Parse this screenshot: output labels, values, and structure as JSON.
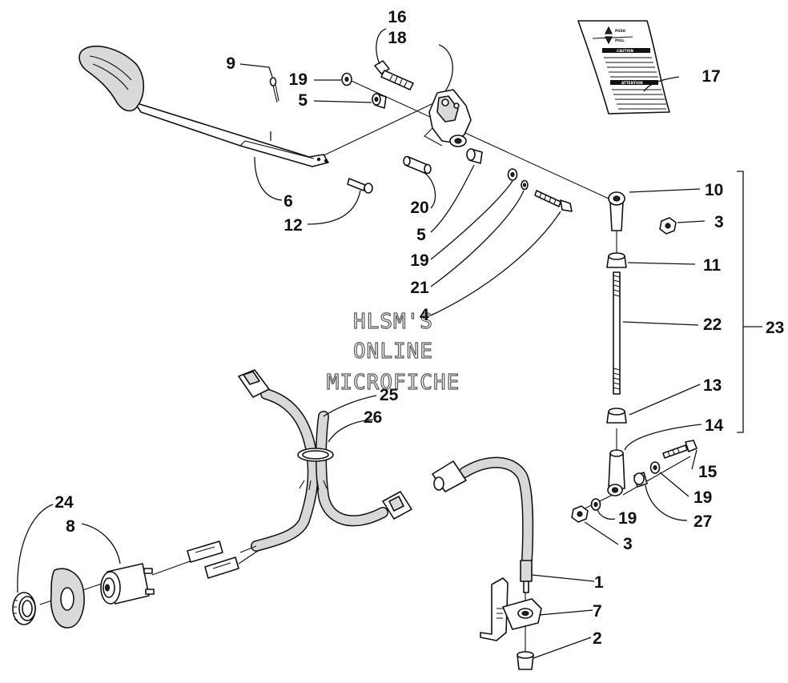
{
  "watermark": {
    "line1": "HLSM'S",
    "line2": "ONLINE",
    "line3": "MICROFICHE"
  },
  "callouts": {
    "n1": "1",
    "n2": "2",
    "n3a": "3",
    "n3b": "3",
    "n4": "4",
    "n5a": "5",
    "n5b": "5",
    "n6": "6",
    "n7": "7",
    "n8": "8",
    "n9": "9",
    "n10": "10",
    "n11": "11",
    "n12": "12",
    "n13": "13",
    "n14": "14",
    "n15": "15",
    "n16": "16",
    "n17": "17",
    "n18": "18",
    "n19a": "19",
    "n19b": "19",
    "n19c": "19",
    "n19d": "19",
    "n20": "20",
    "n21": "21",
    "n22": "22",
    "n23": "23",
    "n24": "24",
    "n25": "25",
    "n26": "26",
    "n27": "27"
  },
  "decal": {
    "caution_heading": "CAUTION",
    "attention_heading": "ATTENTION",
    "push_label": "PUSH",
    "pull_label": "PULL"
  }
}
